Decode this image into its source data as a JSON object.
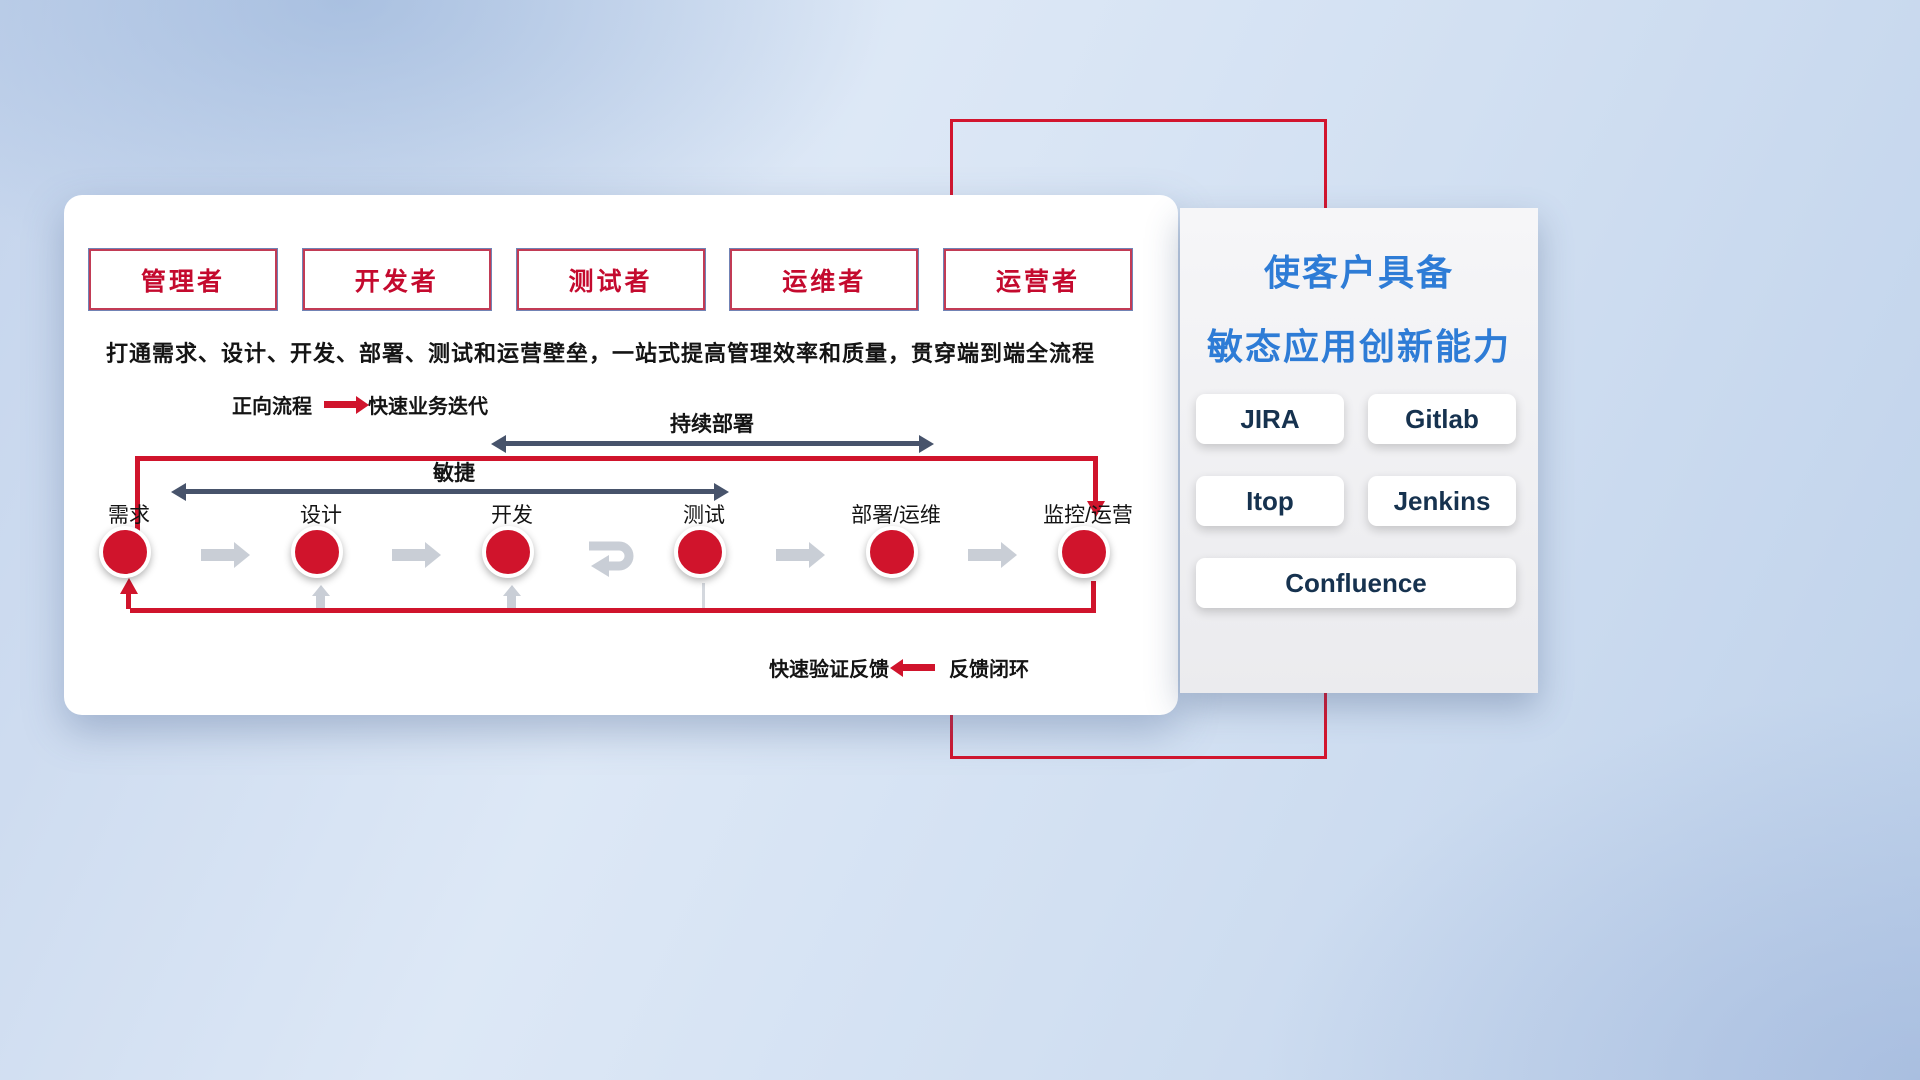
{
  "card": {
    "roles": [
      "管理者",
      "开发者",
      "测试者",
      "运维者",
      "运营者"
    ],
    "subtitle": "打通需求、设计、开发、部署、测试和运营壁垒，一站式提高管理效率和质量，贯穿端到端全流程",
    "forward_legend": {
      "label": "正向流程",
      "desc": "快速业务迭代"
    },
    "feedback_legend": {
      "label": "快速验证反馈",
      "desc": "反馈闭环"
    },
    "spans": {
      "cd": "持续部署",
      "agile": "敏捷"
    },
    "stages": [
      "需求",
      "设计",
      "开发",
      "测试",
      "部署/运维",
      "监控/运营"
    ]
  },
  "panel": {
    "title_line1": "使客户具备",
    "title_line2": "敏态应用创新能力",
    "tools": [
      "JIRA",
      "Gitlab",
      "Itop",
      "Jenkins",
      "Confluence"
    ]
  },
  "icons": {
    "forward_arrow": "red-right-arrow",
    "feedback_arrow": "red-left-arrow",
    "agile_span": "navy-double-arrow",
    "cd_span": "navy-double-arrow",
    "stage_arrow": "gray-right-arrow",
    "iteration_loop": "gray-loop-arrow"
  },
  "colors": {
    "accent_red": "#d0142c",
    "navy_arrow": "#47536b",
    "gray_arrow": "#c9ced6",
    "title_blue": "#2e7cd6",
    "tool_text": "#16324f",
    "role_text": "#c40a2e"
  }
}
